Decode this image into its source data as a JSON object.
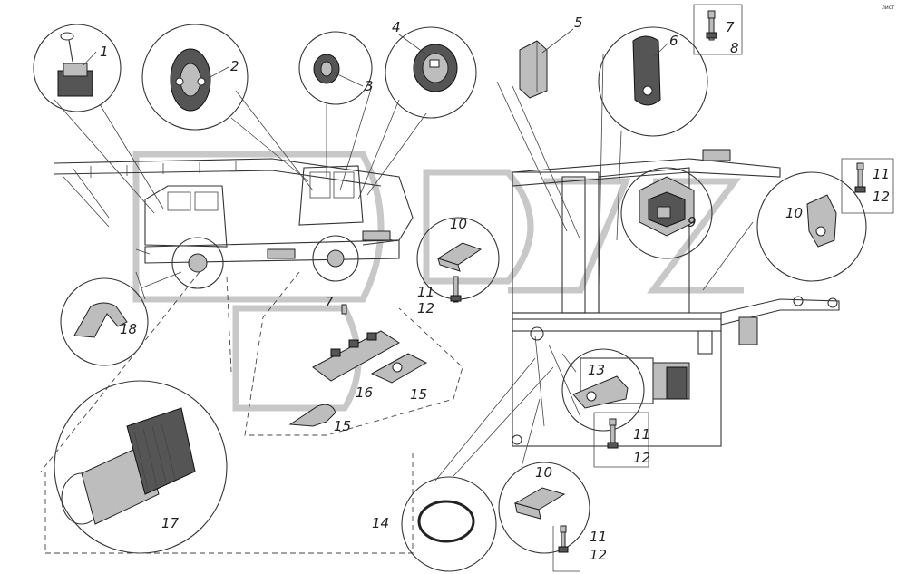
{
  "corner_mark": "лист",
  "labels": {
    "n1": "1",
    "n2": "2",
    "n3": "3",
    "n4": "4",
    "n5": "5",
    "n6": "6",
    "n7a": "7",
    "n8": "8",
    "n9": "9",
    "n10a": "10",
    "n11a": "11",
    "n12a": "12",
    "n10b": "10",
    "n11b": "11",
    "n12b": "12",
    "n11c": "11",
    "n12c": "12",
    "n7b": "7",
    "n15a": "15",
    "n15b": "15",
    "n16": "16",
    "n13": "13",
    "n14": "14",
    "n17": "17",
    "n18": "18",
    "n10c": "10",
    "n11d": "11",
    "n12d": "12"
  },
  "colors": {
    "ink": "#222222",
    "part_fill": "#bdbdbd",
    "watermark": "#c8c8c8"
  }
}
